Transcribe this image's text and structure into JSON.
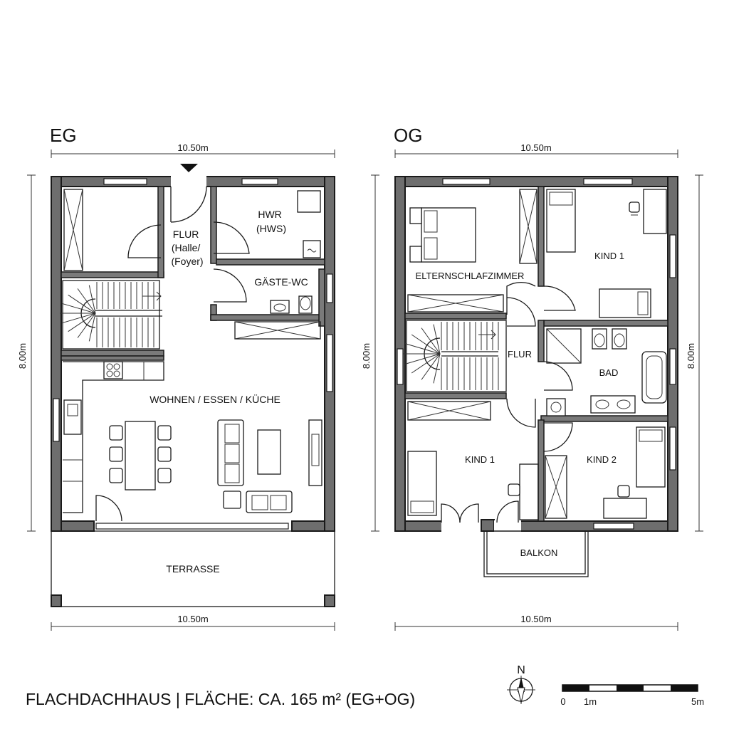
{
  "floors": {
    "eg": {
      "title": "EG",
      "width_label_top": "10.50m",
      "width_label_bottom": "10.50m",
      "height_label": "8.00m",
      "rooms": {
        "flur": [
          "FLUR",
          "(Halle/",
          "(Foyer)"
        ],
        "hwr": [
          "HWR",
          "(HWS)"
        ],
        "gaeste_wc": "GÄSTE-WC",
        "wohnen": "WOHNEN / ESSEN / KÜCHE",
        "terrasse": "TERRASSE"
      }
    },
    "og": {
      "title": "OG",
      "width_label_top": "10.50m",
      "width_label_bottom": "10.50m",
      "height_label_left": "8.00m",
      "height_label_right": "8.00m",
      "rooms": {
        "eltern": "ELTERNSCHLAFZIMMER",
        "kind1_top": "KIND 1",
        "flur": "FLUR",
        "bad": "BAD",
        "kind1_bottom": "KIND 1",
        "kind2": "KIND 2",
        "balkon": "BALKON"
      }
    }
  },
  "caption": "FLACHDACHHAUS | FLÄCHE: CA. 165 m² (EG+OG)",
  "north_label": "N",
  "scale_bar": {
    "label_0": "0",
    "label_1": "1m",
    "label_5": "5m"
  }
}
